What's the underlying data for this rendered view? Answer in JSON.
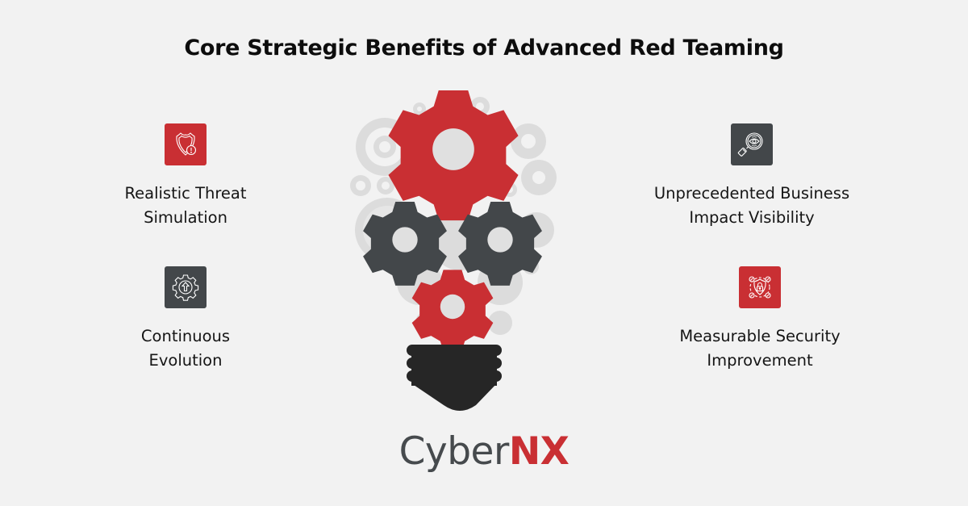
{
  "title": "Core Strategic Benefits of Advanced Red Teaming",
  "colors": {
    "background": "#f2f2f2",
    "accent_red": "#c92f33",
    "dark_gray": "#43474a",
    "bulb_base": "#262626",
    "bg_gears": "#dadada"
  },
  "benefits": [
    {
      "label_line1": "Realistic Threat",
      "label_line2": "Simulation",
      "icon": "shield-alert-icon",
      "box_color": "red"
    },
    {
      "label_line1": "Continuous",
      "label_line2": "Evolution",
      "icon": "gear-up-arrow-icon",
      "box_color": "dark"
    },
    {
      "label_line1": "Unprecedented Business",
      "label_line2": "Impact Visibility",
      "icon": "magnifier-eye-icon",
      "box_color": "dark"
    },
    {
      "label_line1": "Measurable Security",
      "label_line2": "Improvement",
      "icon": "shield-lock-network-icon",
      "box_color": "red"
    }
  ],
  "illustration": {
    "name": "lightbulb-of-gears"
  },
  "logo": {
    "part1": "Cyber",
    "part2": "NX"
  }
}
